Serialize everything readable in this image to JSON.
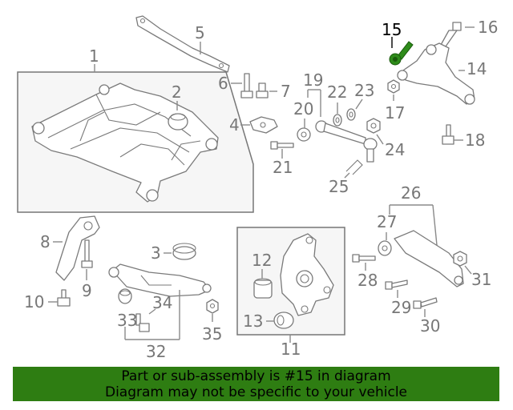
{
  "callouts": {
    "c1": "1",
    "c2": "2",
    "c3": "3",
    "c4": "4",
    "c5": "5",
    "c6": "6",
    "c7": "7",
    "c8": "8",
    "c9": "9",
    "c10": "10",
    "c11": "11",
    "c12": "12",
    "c13": "13",
    "c14": "14",
    "c15": "15",
    "c16": "16",
    "c17": "17",
    "c18": "18",
    "c19": "19",
    "c20": "20",
    "c21": "21",
    "c22": "22",
    "c23": "23",
    "c24": "24",
    "c25": "25",
    "c26": "26",
    "c27": "27",
    "c28": "28",
    "c29": "29",
    "c30": "30",
    "c31": "31",
    "c32": "32",
    "c33": "33",
    "c34": "34",
    "c35": "35"
  },
  "highlighted_part": "15",
  "colors": {
    "highlight": "#2e8b1a",
    "banner": "#2e7d12",
    "callout": "#777777"
  },
  "banner": {
    "line1": "Part or sub-assembly is #15 in diagram",
    "line2": "Diagram may not be specific to your vehicle"
  }
}
